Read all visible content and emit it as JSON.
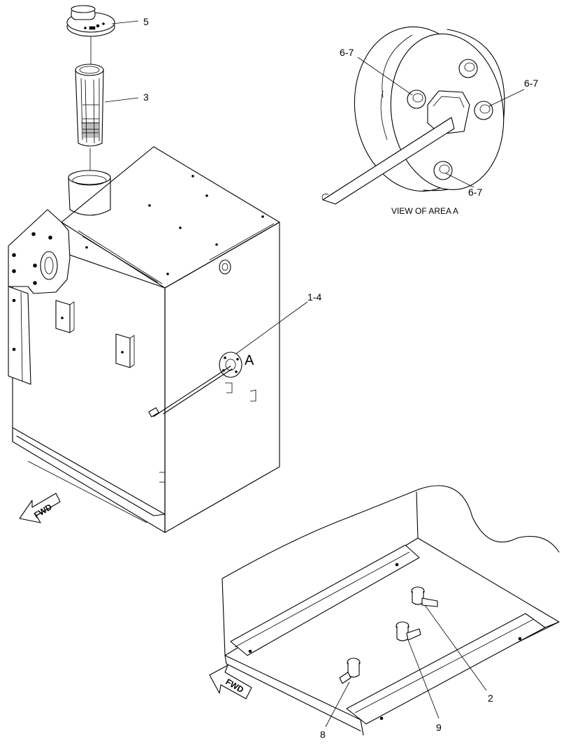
{
  "callouts": {
    "c5": "5",
    "c3": "3",
    "c14": "1-4",
    "c67_left": "6-7",
    "c67_right": "6-7",
    "c67_bottom": "6-7",
    "c2": "2",
    "c8": "8",
    "c9": "9"
  },
  "area_marker": "A",
  "view_caption": "VIEW OF AREA A",
  "fwd_top": "FWD",
  "fwd_bottom": "FWD"
}
